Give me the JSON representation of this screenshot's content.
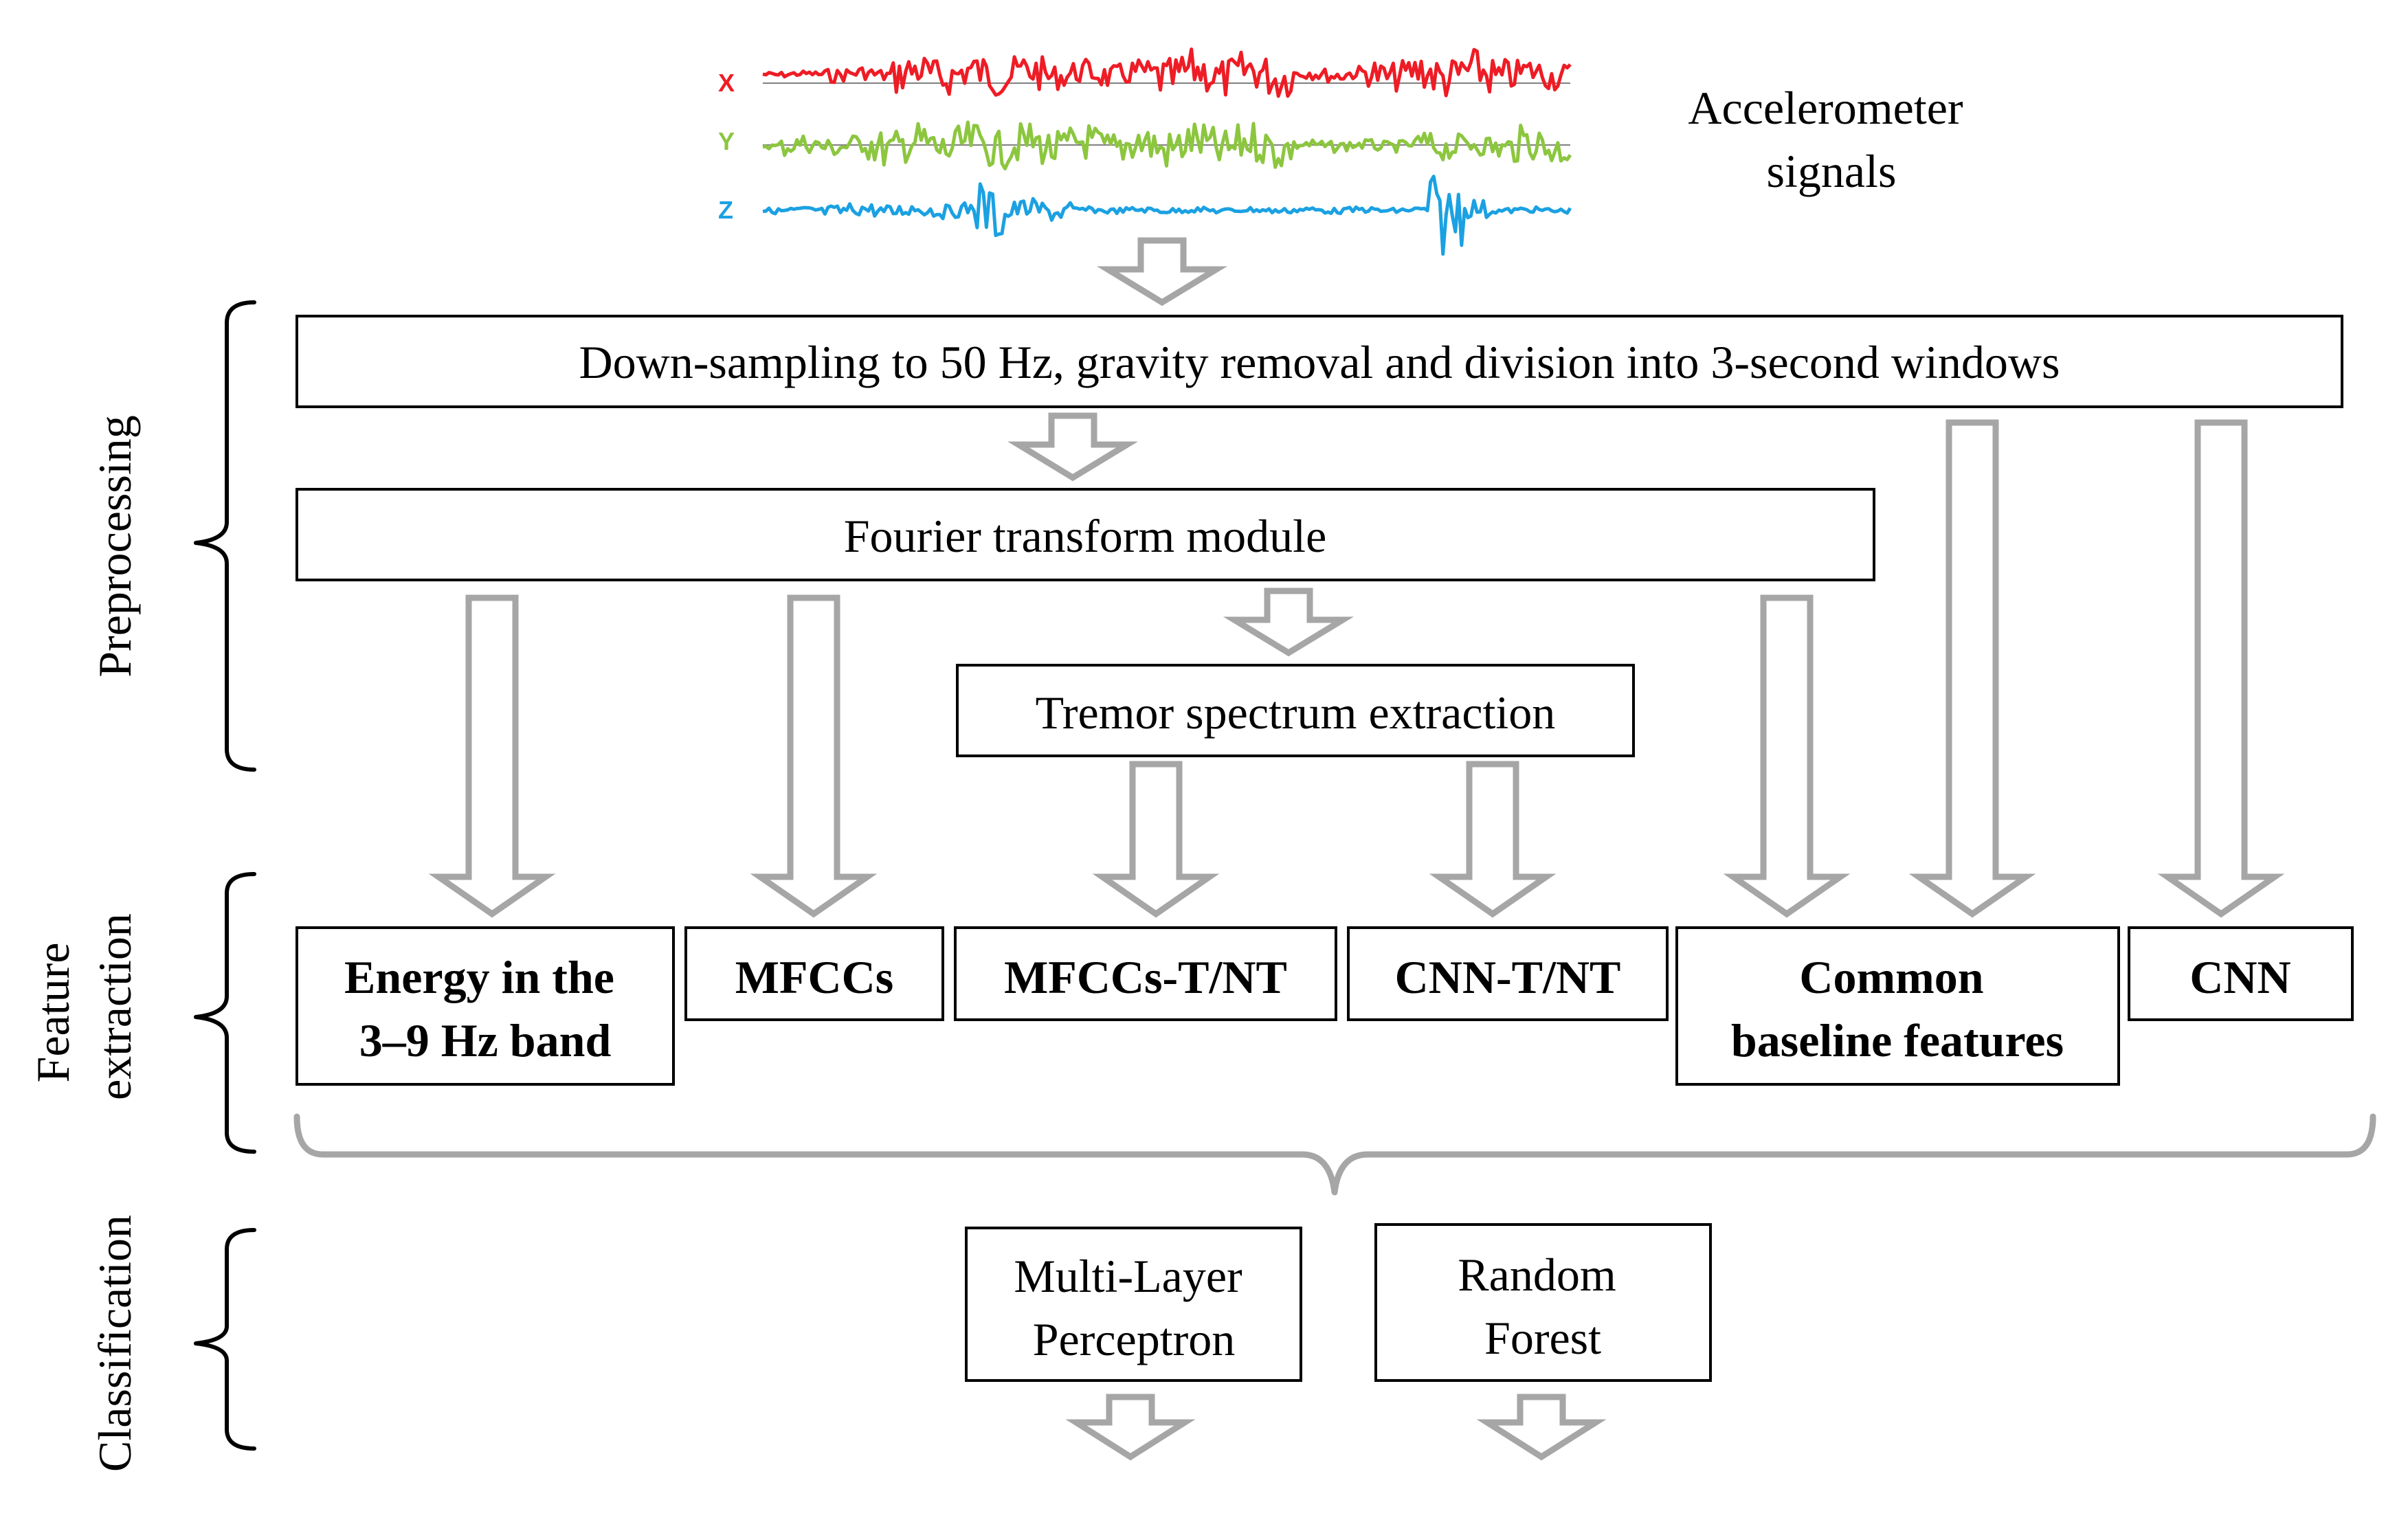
{
  "signals": {
    "caption": [
      "Accelerometer",
      "signals"
    ],
    "axes": [
      {
        "label": "X",
        "color": "#ee1c25"
      },
      {
        "label": "Y",
        "color": "#8cc63f"
      },
      {
        "label": "Z",
        "color": "#1ba1e2"
      }
    ]
  },
  "stages": {
    "preprocessing": "Preprocessing",
    "feature_extraction": [
      "Feature",
      "extraction"
    ],
    "classification": "Classification"
  },
  "preprocessing": {
    "downsampling": "Down-sampling to 50 Hz, gravity removal and division into 3-second windows",
    "fourier": "Fourier transform module",
    "tremor_spectrum": "Tremor spectrum extraction"
  },
  "features": {
    "energy": [
      "Energy in the",
      "3–9 Hz band"
    ],
    "mfccs": "MFCCs",
    "mfccs_tnt": "MFCCs-T/NT",
    "cnn_tnt": "CNN-T/NT",
    "common": [
      "Common",
      "baseline features"
    ],
    "cnn": "CNN"
  },
  "classifiers": {
    "mlp": [
      "Multi-Layer",
      "Perceptron"
    ],
    "rf": [
      "Random",
      "Forest"
    ]
  },
  "colors": {
    "arrow": "#a6a6a6",
    "box_border": "#000000"
  }
}
